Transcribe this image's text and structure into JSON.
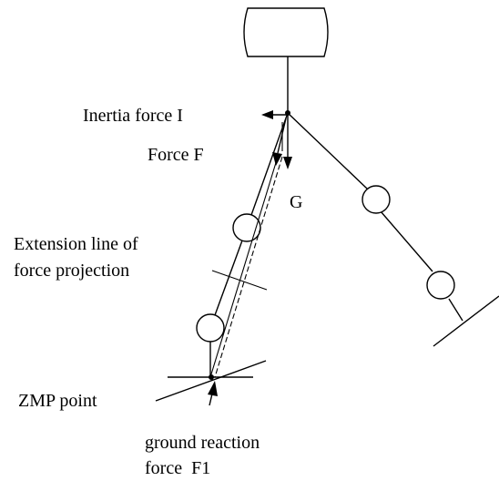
{
  "labels": {
    "inertia_force": "Inertia force I",
    "force_f": "Force F",
    "gravity": "G",
    "extension_line_1": "Extension line of",
    "extension_line_2": "force projection",
    "zmp_point": "ZMP point",
    "ground_reaction_1": "ground reaction",
    "ground_reaction_2": "force  F1"
  }
}
